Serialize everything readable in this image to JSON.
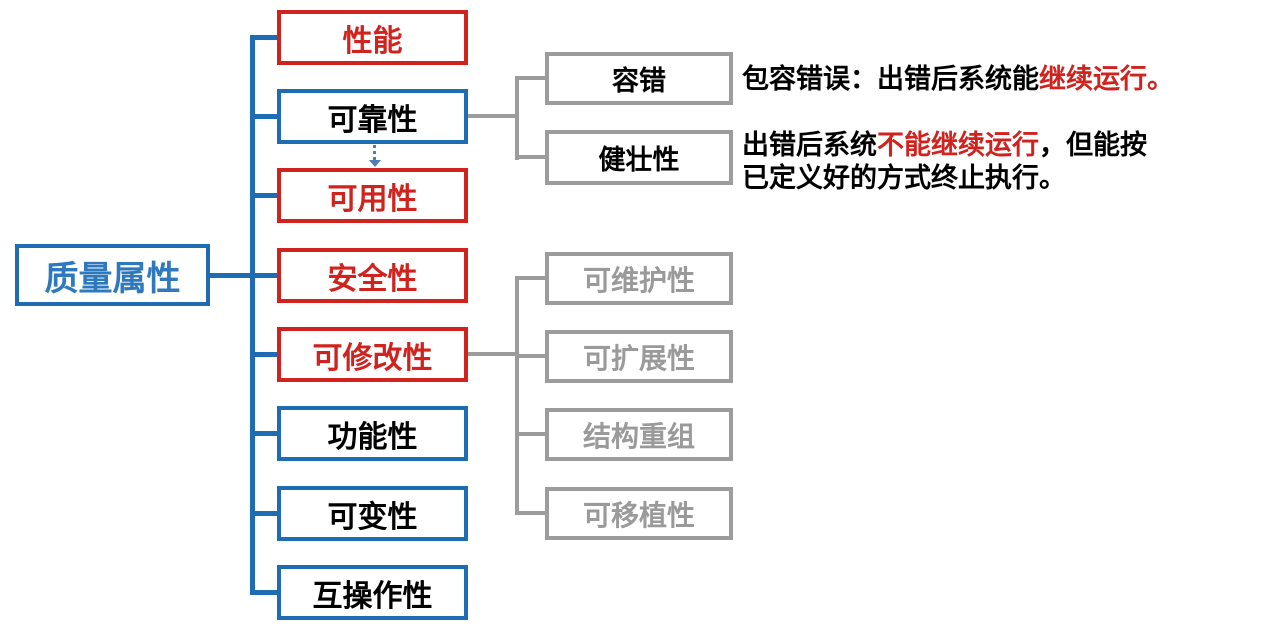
{
  "colors": {
    "red": "#d0231e",
    "blue": "#1e6cb3",
    "gray": "#9c9c9c",
    "graytext": "#9a9a9a",
    "roottext": "#2e78bd",
    "arrowblue": "#4e7db8"
  },
  "root": {
    "label": "质量属性"
  },
  "level1": [
    {
      "label": "性能"
    },
    {
      "label": "可靠性"
    },
    {
      "label": "可用性"
    },
    {
      "label": "安全性"
    },
    {
      "label": "可修改性"
    },
    {
      "label": "功能性"
    },
    {
      "label": "可变性"
    },
    {
      "label": "互操作性"
    }
  ],
  "reliability_children": [
    {
      "label": "容错"
    },
    {
      "label": "健壮性"
    }
  ],
  "modifiability_children": [
    {
      "label": "可维护性"
    },
    {
      "label": "可扩展性"
    },
    {
      "label": "结构重组"
    },
    {
      "label": "可移植性"
    }
  ],
  "annotations": {
    "fault_tolerance": {
      "text_black": "包容错误：出错后系统能",
      "text_red": "继续运行。"
    },
    "robustness": {
      "seg1_black": "出错后系统",
      "seg2_red": "不能继续运行",
      "seg3_black": "，但能按",
      "line2_black": "已定义好的方式终止执行。"
    }
  }
}
